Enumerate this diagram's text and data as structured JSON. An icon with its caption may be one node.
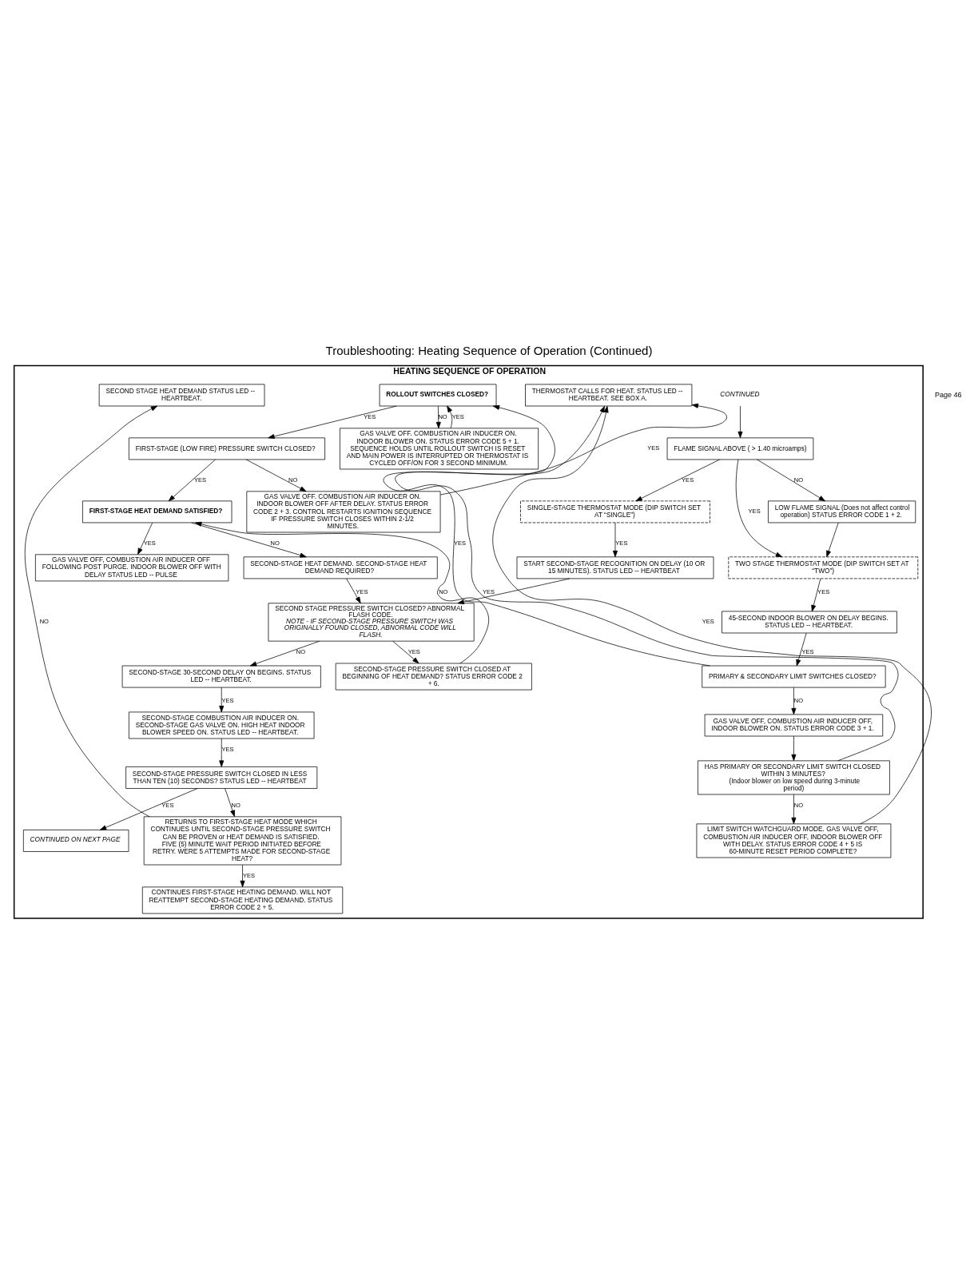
{
  "diagram": {
    "title": "Troubleshooting: Heating Sequence of Operation (Continued)",
    "nodes": [
      {
        "text": [
          "HEATING SEQUENCE OF OPERATION"
        ]
      },
      {
        "text": [
          "CONTINUED"
        ],
        "in": 0
      },
      {
        "text": [
          "FLAME SIGNAL ABOVE ( > 1.40 microamps)"
        ],
        "in": 0
      },
      {
        "text": [
          "THERMOSTAT CALLS FOR HEAT. STATUS LED -- HEARTBEAT. SEE BOX A."
        ],
        "in": 0
      },
      {
        "text": [
          "LOW FLAME SIGNAL (Does not affect control operation) STATUS ERROR CODE 1 + 2."
        ],
        "in": 0
      },
      {
        "text": [
          "SINGLE-STAGE THERMOSTAT MODE (DIP SWITCH SET AT “SINGLE”)"
        ],
        "in": 0
      },
      {
        "text": [
          "TWO STAGE THERMOSTAT MODE (DIP SWITCH SET AT “TWO”)"
        ],
        "in": 0
      },
      {
        "text": [
          "START SECOND-STAGE RECOGNITION ON DELAY (10 OR 15 MINUTES). STATUS LED -- HEARTBEAT"
        ],
        "in": 0
      },
      {
        "text": [
          "45-SECOND INDOOR BLOWER ON DELAY BEGINS. STATUS LED -- HEARTBEAT."
        ],
        "in": 0
      },
      {
        "text": [
          "ROLLOUT SWITCHES CLOSED?"
        ],
        "in": 0
      },
      {
        "text": [
          "PRIMARY & SECONDARY LIMIT SWITCHES CLOSED?"
        ],
        "in": 0
      },
      {
        "text": [
          "GAS VALVE OFF. COMBUSTION AIR INDUCER ON. INDOOR BLOWER ON. STATUS ERROR CODE 5 + 1. SEQUENCE HOLDS UNTIL ROLLOUT SWITCH IS RESET AND MAIN POWER IS INTERRUPTED OR THERMOSTAT IS CYCLED OFF/ON FOR 3 SECOND MINIMUM."
        ],
        "in": 0
      },
      {
        "text": [
          "FIRST-STAGE (LOW FIRE) PRESSURE SWITCH CLOSED?"
        ],
        "in": 0
      },
      {
        "text": [
          "GAS VALVE OFF, COMBUSTION AIR INDUCER OFF, INDOOR BLOWER ON. STATUS ERROR CODE 3 + 1."
        ],
        "in": 0
      },
      {
        "text": [
          "FIRST-STAGE HEAT DEMAND SATISFIED?"
        ],
        "in": 0
      },
      {
        "text": [
          "GAS VALVE OFF, COMBUSTION AIR INDUCER OFF FOLLOWING POST PURGE. INDOOR BLOWER OFF WITH DELAY STATUS LED -- PULSE"
        ],
        "in": 0
      },
      {
        "text": [
          "HAS PRIMARY OR SECONDARY LIMIT SWITCH CLOSED WITHIN 3 MINUTES?",
          "(Indoor blower on low speed during 3-minute period)"
        ],
        "in": 0
      },
      {
        "text": [
          "SECOND-STAGE HEAT DEMAND. SECOND-STAGE HEAT DEMAND REQUIRED?"
        ],
        "in": 0
      },
      {
        "text": [
          "LIMIT SWITCH WATCHGUARD MODE. GAS VALVE OFF, COMBUSTION AIR INDUCER OFF, INDOOR BLOWER OFF WITH DELAY. STATUS ERROR CODE 4 + 5 IS 60-MINUTE RESET PERIOD COMPLETE?"
        ],
        "in": 0
      },
      {
        "text": [
          "SECOND STAGE PRESSURE SWITCH CLOSED? ABNORMAL FLASH CODE.",
          "NOTE - IF SECOND-STAGE PRESSURE SWITCH WAS ORIGINALLY FOUND CLOSED, ABNORMAL CODE WILL FLASH."
        ],
        "in": 0
      },
      {
        "text": [
          "GAS VALVE OFF. COMBUSTION AIR INDUCER ON. INDOOR BLOWER OFF AFTER DELAY. STATUS ERROR CODE 2 + 3. CONTROL RESTARTS IGNITION SEQUENCE IF PRESSURE SWITCH CLOSES WITHIN 2-1/2 MINUTES."
        ],
        "in": 0
      },
      {
        "text": [
          "SECOND-STAGE 30-SECOND DELAY ON BEGINS. STATUS LED -- HEARTBEAT."
        ],
        "in": 0
      },
      {
        "text": [
          "SECOND-STAGE PRESSURE SWITCH CLOSED AT BEGINNING OF HEAT DEMAND? STATUS ERROR CODE 2 + 6."
        ],
        "in": 0
      },
      {
        "text": [
          "SECOND-STAGE COMBUSTION AIR INDUCER ON. SECOND-STAGE GAS VALVE ON. HIGH HEAT INDOOR BLOWER SPEED ON. STATUS LED -- HEARTBEAT."
        ],
        "in": 0
      },
      {
        "text": [
          "SECOND STAGE HEAT DEMAND STATUS LED -- HEARTBEAT."
        ],
        "in": 0
      },
      {
        "text": [
          "SECOND-STAGE PRESSURE SWITCH CLOSED IN LESS THAN TEN (10) SECONDS? STATUS LED -- HEARTBEAT"
        ],
        "in": 0
      },
      {
        "text": [
          "RETURNS TO FIRST-STAGE HEAT MODE WHICH CONTINUES UNTIL SECOND-STAGE PRESSURE SWITCH CAN BE PROVEN or HEAT DEMAND IS SATISFIED. FIVE (5) MINUTE WAIT PERIOD INITIATED BEFORE RETRY. WERE 5 ATTEMPTS MADE FOR SECOND-STAGE HEAT?"
        ],
        "in": 0
      },
      {
        "text": [
          "CONTINUED ON NEXT PAGE"
        ],
        "in": 0
      },
      {
        "text": [
          "CONTINUES FIRST-STAGE HEATING DEMAND. WILL NOT REATTEMPT SECOND-STAGE HEATING DEMAND. STATUS ERROR CODE 2 + 5."
        ],
        "in": 0
      }
    ],
    "edges": [
      {
        "from": 1,
        "to": 2,
        "arrow": "to"
      },
      {
        "from": 2,
        "to": 4,
        "arrow": "to",
        "label": "NO"
      },
      {
        "from": 2,
        "to": 5,
        "arrow": "to",
        "label": "YES"
      },
      {
        "from": 2,
        "to": 6,
        "arrow": "to",
        "label": "YES"
      },
      {
        "from": 4,
        "to": 6,
        "arrow": "to"
      },
      {
        "from": 5,
        "to": 7,
        "arrow": "to",
        "label": "YES"
      },
      {
        "from": 6,
        "to": 8,
        "arrow": "to",
        "label": "YES"
      },
      {
        "from": 7,
        "to": 19,
        "arrow": "to"
      },
      {
        "from": 8,
        "to": 10,
        "arrow": "to",
        "label": "YES"
      },
      {
        "from": 10,
        "to": 9,
        "arrow": "to",
        "label": "YES"
      },
      {
        "from": 10,
        "to": 13,
        "arrow": "to",
        "label": "NO"
      },
      {
        "from": 9,
        "to": 11,
        "arrow": "to",
        "label": "NO"
      },
      {
        "from": 11,
        "to": 9,
        "arrow": "to",
        "label": "YES"
      },
      {
        "from": 9,
        "to": 12,
        "arrow": "to",
        "label": "YES"
      },
      {
        "from": 12,
        "to": 20,
        "arrow": "to",
        "label": "NO"
      },
      {
        "from": 12,
        "to": 14,
        "arrow": "to",
        "label": "YES"
      },
      {
        "from": 13,
        "to": 16,
        "arrow": "to"
      },
      {
        "from": 14,
        "to": 15,
        "arrow": "to",
        "label": "YES"
      },
      {
        "from": 14,
        "to": 17,
        "arrow": "to",
        "label": "NO"
      },
      {
        "from": 16,
        "to": 3,
        "arrow": "to",
        "label": "YES"
      },
      {
        "from": 16,
        "to": 18,
        "arrow": "to",
        "label": "NO"
      },
      {
        "from": 18,
        "to": 3,
        "arrow": "to",
        "label": "YES"
      },
      {
        "from": 17,
        "to": 19,
        "arrow": "to",
        "label": "YES"
      },
      {
        "from": 20,
        "to": 3,
        "arrow": "to",
        "label": "YES"
      },
      {
        "from": 19,
        "to": 21,
        "arrow": "to",
        "label": "NO"
      },
      {
        "from": 19,
        "to": 22,
        "arrow": "to",
        "label": "YES"
      },
      {
        "from": 22,
        "to": 14,
        "arrow": "to",
        "label": "NO"
      },
      {
        "from": 21,
        "to": 23,
        "arrow": "to",
        "label": "YES"
      },
      {
        "from": 23,
        "to": 25,
        "arrow": "to",
        "label": "YES"
      },
      {
        "from": 25,
        "to": 26,
        "arrow": "to",
        "label": "NO"
      },
      {
        "from": 25,
        "to": 27,
        "arrow": "to",
        "label": "YES"
      },
      {
        "from": 26,
        "to": 24,
        "arrow": "to",
        "label": "NO"
      },
      {
        "from": 26,
        "to": 28,
        "arrow": "to",
        "label": "YES"
      }
    ],
    "labels": [
      "Page 46"
    ]
  }
}
